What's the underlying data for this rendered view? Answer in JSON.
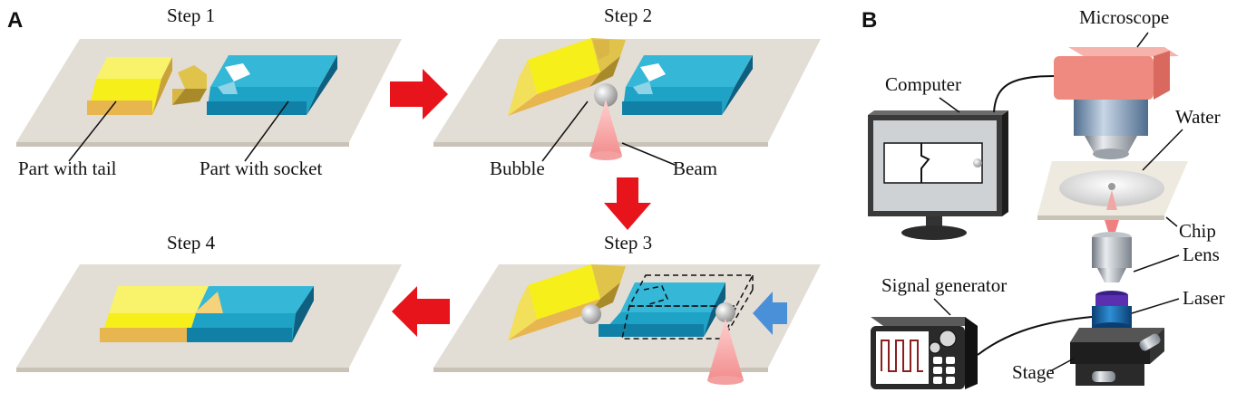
{
  "panels": {
    "a": "A",
    "b": "B"
  },
  "steps": {
    "s1": "Step 1",
    "s2": "Step 2",
    "s3": "Step 3",
    "s4": "Step 4"
  },
  "labels": {
    "tail_part": "Part with tail",
    "socket_part": "Part with socket",
    "bubble": "Bubble",
    "beam": "Beam"
  },
  "setup": {
    "microscope": "Microscope",
    "computer": "Computer",
    "water": "Water",
    "chip": "Chip",
    "lens": "Lens",
    "signal_generator": "Signal generator",
    "laser": "Laser",
    "stage": "Stage"
  },
  "colors": {
    "plate": "#e2ded6",
    "tail_part": "#f6ef1a",
    "socket_part": "#1ea3c6",
    "arrow_red": "#e8141b",
    "arrow_blue": "#4a90d9",
    "microscope": "#f08a80"
  }
}
